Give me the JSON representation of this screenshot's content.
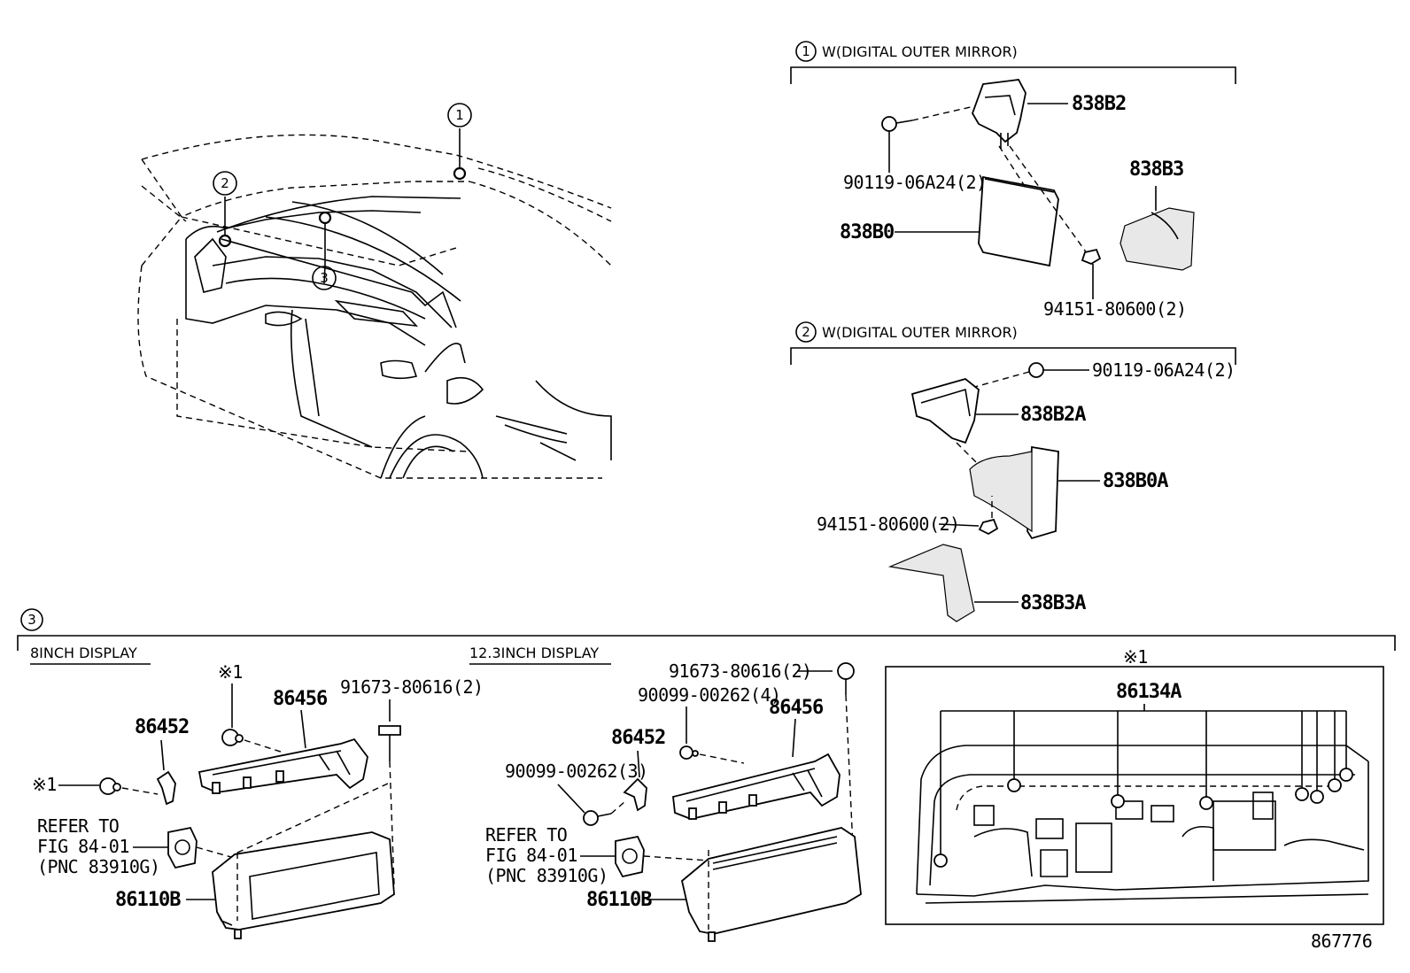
{
  "callouts": {
    "c1": "1",
    "c2": "2",
    "c3": "3"
  },
  "section1": {
    "badge": "1",
    "title": "W(DIGITAL OUTER MIRROR)",
    "parts": {
      "p838B2": "838B2",
      "p838B3": "838B3",
      "p838B0": "838B0",
      "bolt": "90119-06A24(2)",
      "nut": "94151-80600(2)"
    }
  },
  "section2": {
    "badge": "2",
    "title": "W(DIGITAL OUTER MIRROR)",
    "parts": {
      "bolt": "90119-06A24(2)",
      "p838B2A": "838B2A",
      "p838B0A": "838B0A",
      "nut": "94151-80600(2)",
      "p838B3A": "838B3A"
    }
  },
  "section3": {
    "badge": "3",
    "display8": {
      "title": "8INCH DISPLAY",
      "note1": "※1",
      "note2": "※1",
      "p86452": "86452",
      "p86456": "86456",
      "screw": "91673-80616(2)",
      "refer_line1": "REFER TO",
      "refer_line2": "FIG 84-01",
      "refer_line3": "(PNC 83910G)",
      "p86110B": "86110B"
    },
    "display12": {
      "title": "12.3INCH DISPLAY",
      "screw": "91673-80616(2)",
      "clip4": "90099-00262(4)",
      "p86456": "86456",
      "p86452": "86452",
      "clip3": "90099-00262(3)",
      "refer_line1": "REFER TO",
      "refer_line2": "FIG 84-01",
      "refer_line3": "(PNC 83910G)",
      "p86110B": "86110B"
    },
    "detail": {
      "note": "※1",
      "p86134A": "86134A"
    }
  },
  "figure_id": "867776"
}
